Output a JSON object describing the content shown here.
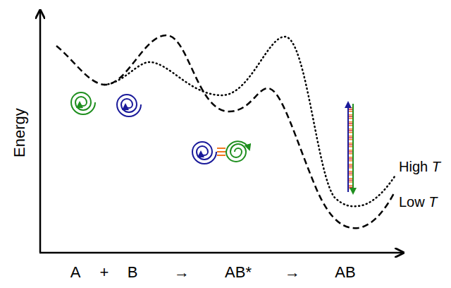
{
  "diagram": {
    "labels": [
      "Energy",
      "A",
      "+",
      "B",
      "→",
      "AB*",
      "→",
      "AB",
      "High T",
      "Low T"
    ]
  }
}
